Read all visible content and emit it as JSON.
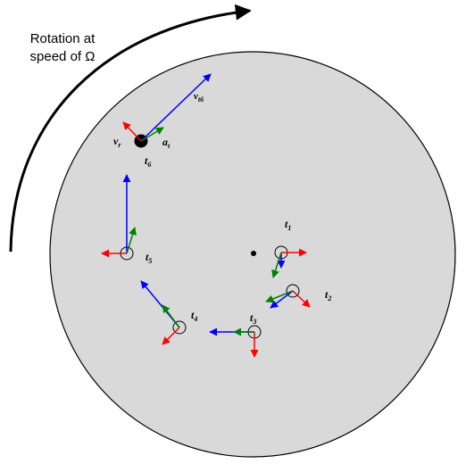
{
  "caption": {
    "line1": "Rotation at",
    "line2": "speed of Ω"
  },
  "colors": {
    "radial": "#ff0000",
    "tangential": "#0000ff",
    "acceleration": "#008000",
    "disc": "#d9d9d9",
    "outline": "#000000"
  },
  "labels": {
    "t1": {
      "main": "t",
      "sub": "1"
    },
    "t2": {
      "main": "t",
      "sub": "2"
    },
    "t3": {
      "main": "t",
      "sub": "3"
    },
    "t4": {
      "main": "t",
      "sub": "4"
    },
    "t5": {
      "main": "t",
      "sub": "5"
    },
    "t6": {
      "main": "t",
      "sub": "6"
    },
    "vr": {
      "main": "v",
      "sub": "r"
    },
    "at": {
      "main": "a",
      "sub": "t"
    },
    "vt6": {
      "main": "v",
      "sub": "t6"
    }
  }
}
